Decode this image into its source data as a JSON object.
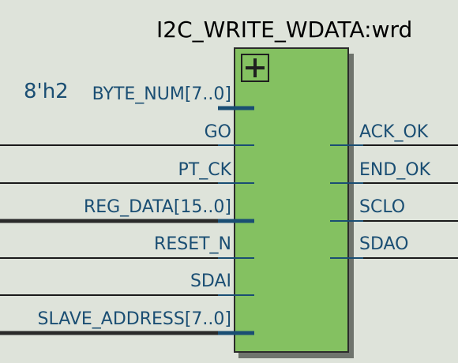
{
  "block": {
    "title": "I2C_WRITE_WDATA:wrd",
    "constant_input": "8'h2",
    "expand_icon": "plus-box-icon",
    "inputs": [
      {
        "label": "BYTE_NUM[7..0]",
        "bus": true
      },
      {
        "label": "GO",
        "bus": false
      },
      {
        "label": "PT_CK",
        "bus": false
      },
      {
        "label": "REG_DATA[15..0]",
        "bus": true
      },
      {
        "label": "RESET_N",
        "bus": false
      },
      {
        "label": "SDAI",
        "bus": false
      },
      {
        "label": "SLAVE_ADDRESS[7..0]",
        "bus": true
      }
    ],
    "outputs": [
      {
        "label": "ACK_OK",
        "bus": false
      },
      {
        "label": "END_OK",
        "bus": false
      },
      {
        "label": "SCLO",
        "bus": false
      },
      {
        "label": "SDAO",
        "bus": false
      }
    ]
  },
  "colors": {
    "background": "#dee3da",
    "block_fill": "#84c161",
    "block_border": "#2b2b2b",
    "shadow": "#6f746d",
    "pin": "#1a4e73",
    "wire": "#1a1a1a",
    "label": "#1a4e73"
  }
}
